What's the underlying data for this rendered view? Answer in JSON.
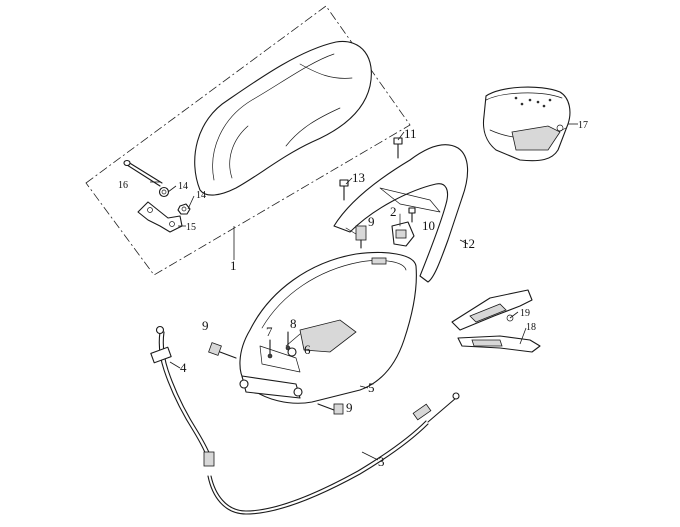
{
  "callouts": [
    {
      "id": "c1",
      "text": "1"
    },
    {
      "id": "c2",
      "text": "2"
    },
    {
      "id": "c3",
      "text": "3"
    },
    {
      "id": "c4",
      "text": "4"
    },
    {
      "id": "c5",
      "text": "5"
    },
    {
      "id": "c6",
      "text": "6"
    },
    {
      "id": "c7",
      "text": "7"
    },
    {
      "id": "c8",
      "text": "8"
    },
    {
      "id": "c9a",
      "text": "9"
    },
    {
      "id": "c9b",
      "text": "9"
    },
    {
      "id": "c9c",
      "text": "9"
    },
    {
      "id": "c10",
      "text": "10"
    },
    {
      "id": "c11",
      "text": "11"
    },
    {
      "id": "c12",
      "text": "12"
    },
    {
      "id": "c13",
      "text": "13"
    },
    {
      "id": "c14a",
      "text": "14"
    },
    {
      "id": "c14b",
      "text": "14"
    },
    {
      "id": "c15",
      "text": "15"
    },
    {
      "id": "c16",
      "text": "16"
    },
    {
      "id": "c17",
      "text": "17"
    },
    {
      "id": "c18",
      "text": "18"
    },
    {
      "id": "c19",
      "text": "19"
    }
  ]
}
